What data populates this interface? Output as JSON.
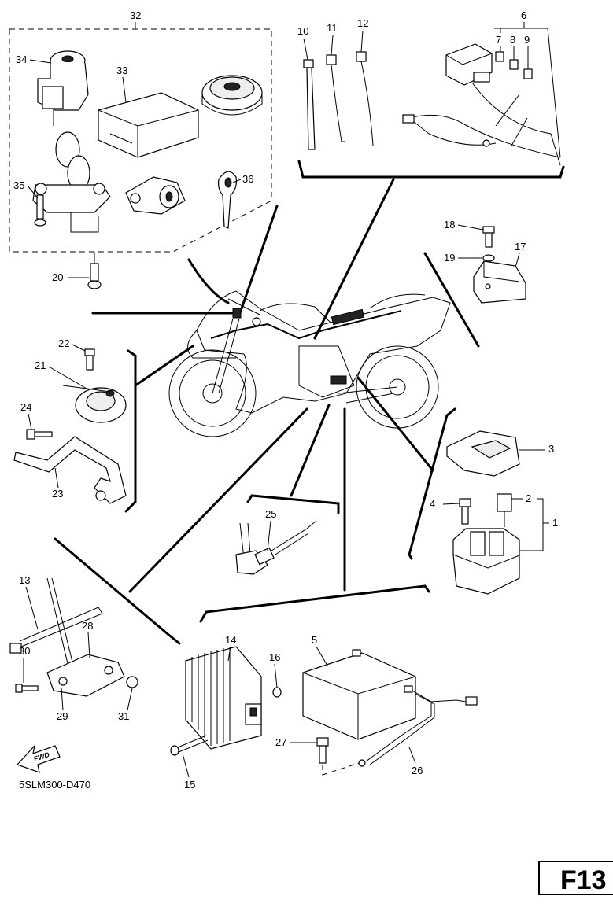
{
  "callouts": {
    "c1": "1",
    "c2": "2",
    "c3": "3",
    "c4": "4",
    "c5": "5",
    "c6": "6",
    "c7": "7",
    "c8": "8",
    "c9": "9",
    "c10": "10",
    "c11": "11",
    "c12": "12",
    "c13": "13",
    "c14": "14",
    "c15": "15",
    "c16": "16",
    "c17": "17",
    "c18": "18",
    "c19": "19",
    "c20": "20",
    "c21": "21",
    "c22": "22",
    "c23": "23",
    "c24": "24",
    "c25": "25",
    "c26": "26",
    "c27": "27",
    "c28": "28",
    "c29": "29",
    "c30": "30",
    "c31": "31",
    "c32": "32",
    "c33": "33",
    "c34": "34",
    "c35": "35",
    "c36": "36"
  },
  "fwd_label": "FWD",
  "drawing_code": "5SLM300-D470",
  "figure_label": "F13"
}
